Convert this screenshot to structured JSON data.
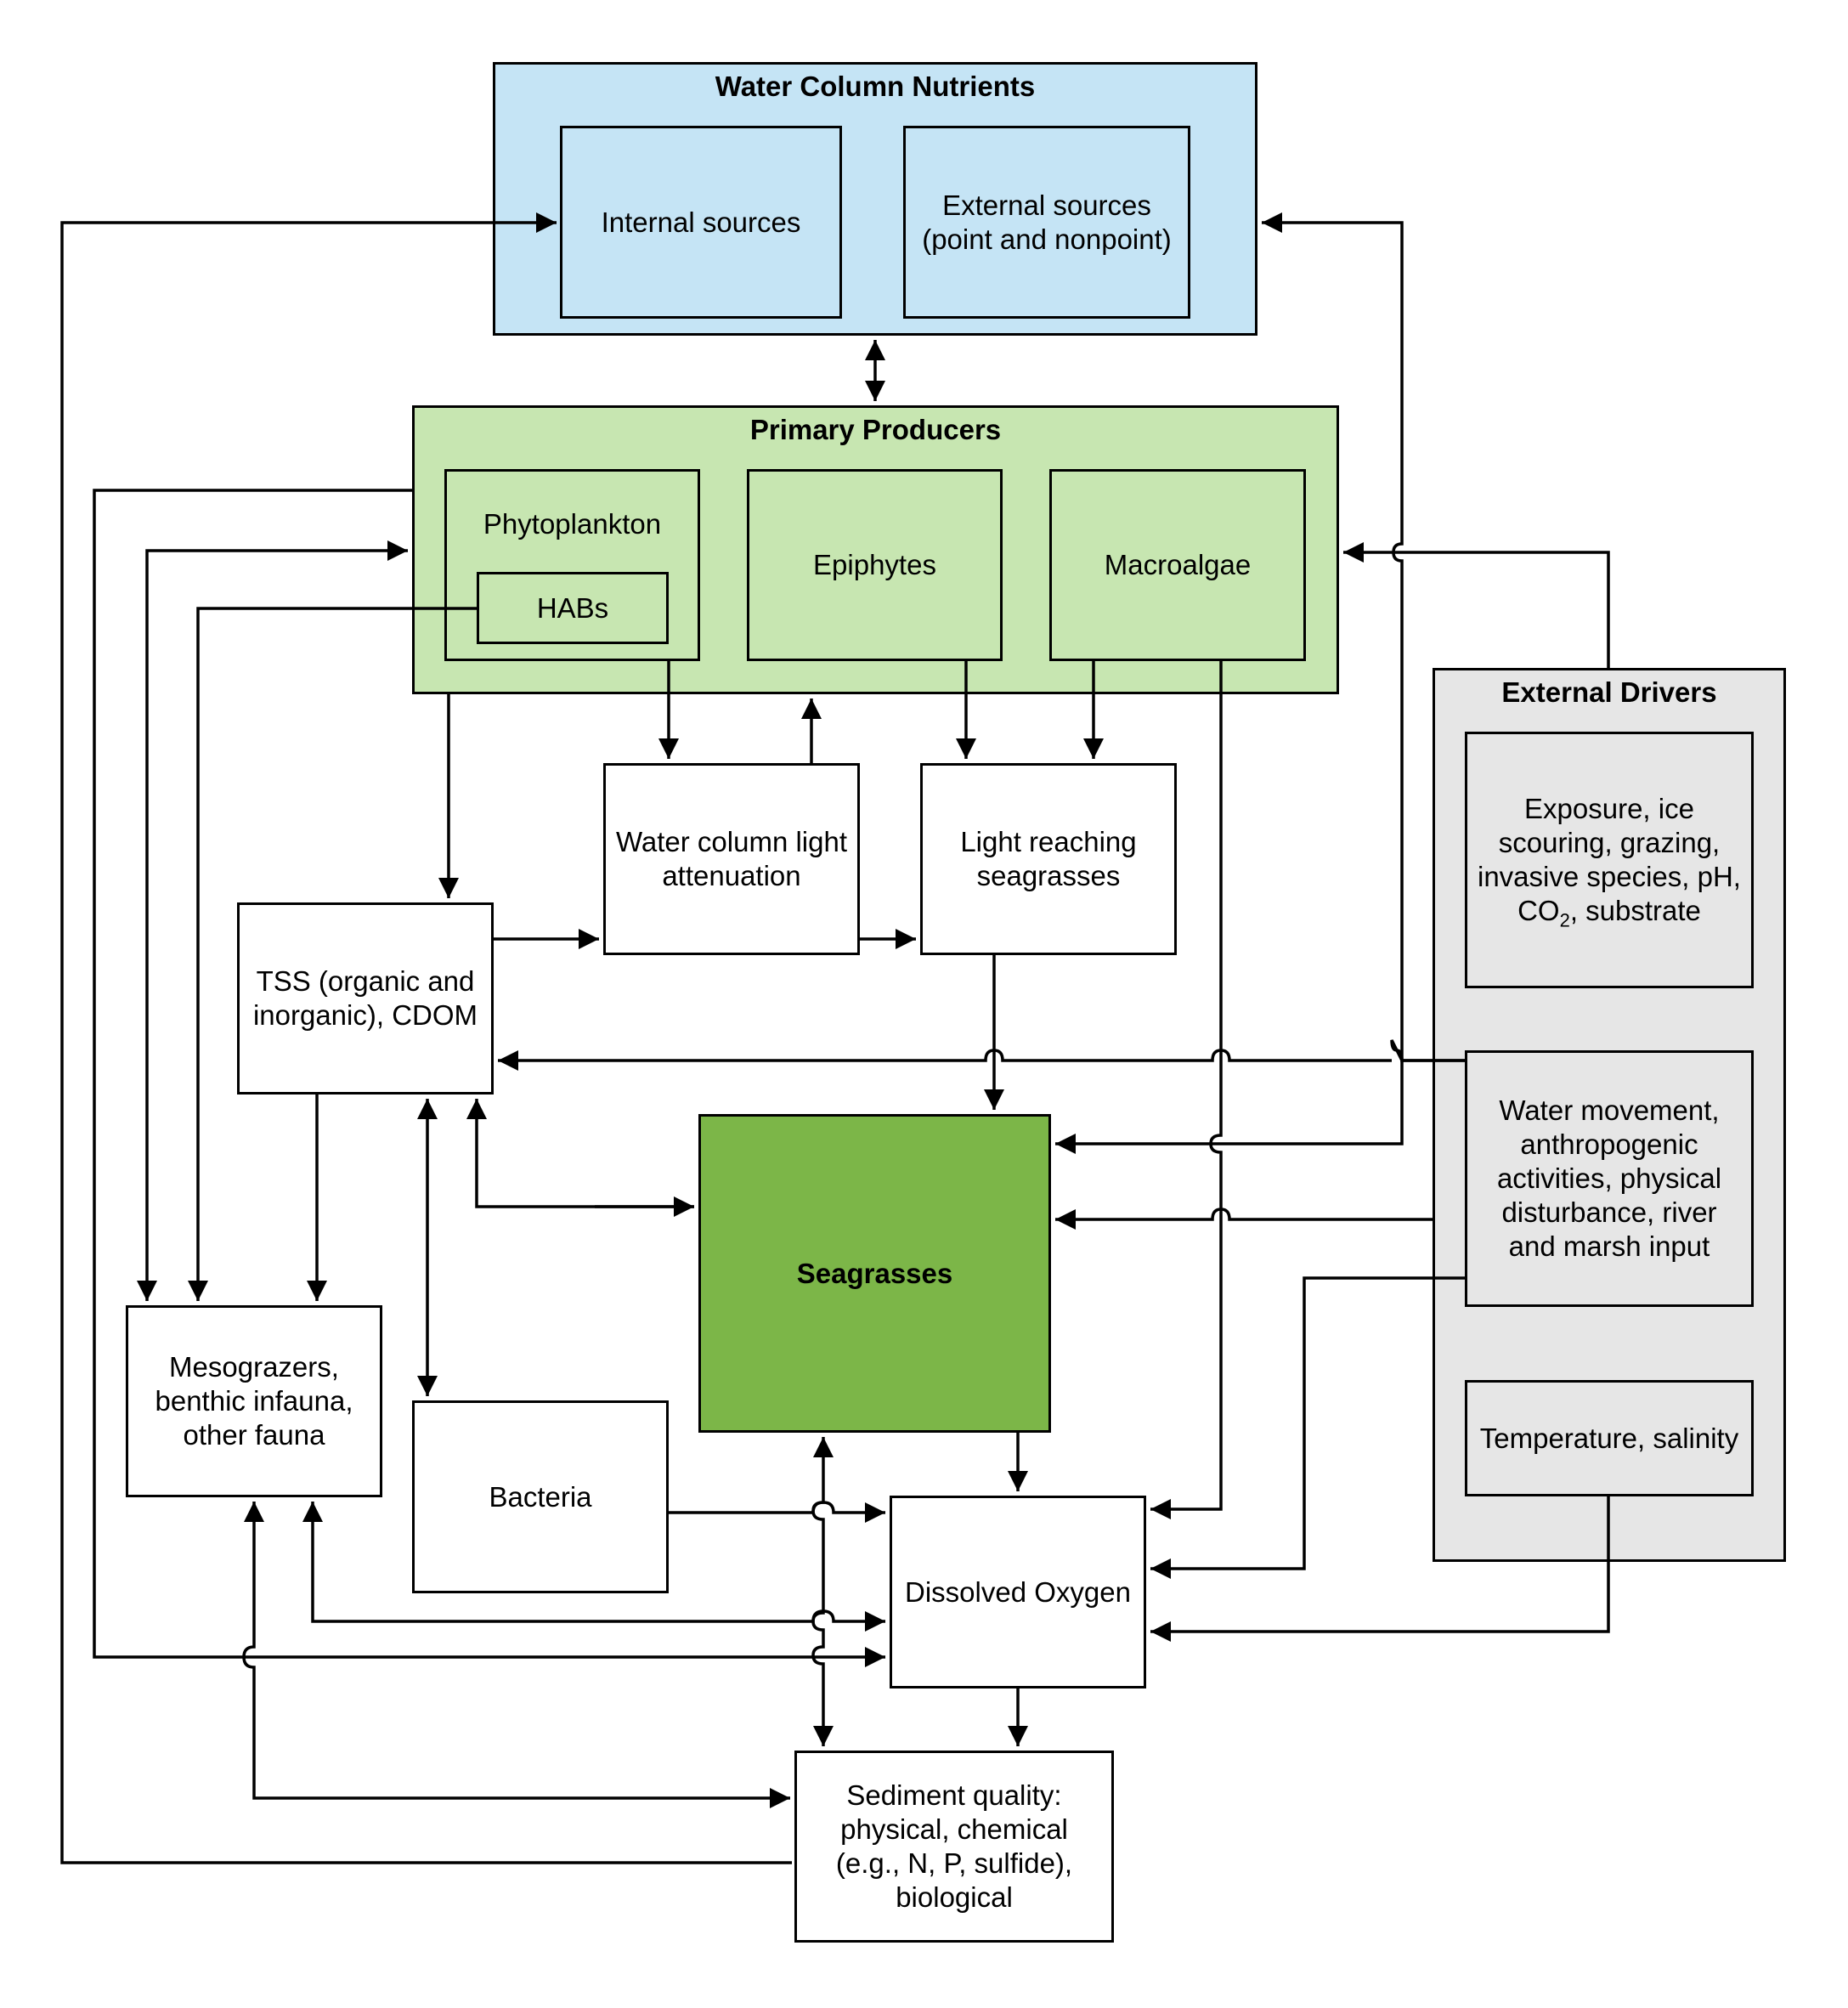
{
  "colors": {
    "nutrients_fill": "#c5e4f5",
    "producers_fill": "#c7e6b1",
    "seagrasses_fill": "#7cb648",
    "drivers_fill": "#e6e6e6",
    "white_fill": "#ffffff",
    "stroke": "#000000"
  },
  "water_column_nutrients": {
    "title": "Water Column Nutrients",
    "internal_sources": "Internal sources",
    "external_sources_line1": "External sources",
    "external_sources_line2": "(point and nonpoint)"
  },
  "primary_producers": {
    "title": "Primary Producers",
    "phytoplankton": "Phytoplankton",
    "habs": "HABs",
    "epiphytes": "Epiphytes",
    "macroalgae": "Macroalgae"
  },
  "water_column_light_attenuation": {
    "line1": "Water column light",
    "line2": "attenuation"
  },
  "light_reaching_seagrasses": {
    "line1": "Light reaching",
    "line2": "seagrasses"
  },
  "tss": {
    "line1": "TSS (organic and",
    "line2": "inorganic), CDOM"
  },
  "seagrasses": "Seagrasses",
  "mesograzers": {
    "line1": "Mesograzers,",
    "line2": "benthic infauna,",
    "line3": "other fauna"
  },
  "bacteria": "Bacteria",
  "dissolved_oxygen": "Dissolved Oxygen",
  "sediment_quality": {
    "line1": "Sediment quality:",
    "line2": "physical, chemical",
    "line3": "(e.g., N, P, sulfide),",
    "line4": "biological"
  },
  "external_drivers": {
    "title": "External Drivers",
    "exposure_line1": "Exposure, ice",
    "exposure_line2": "scouring, grazing,",
    "exposure_line3": "invasive species, pH,",
    "exposure_line4_pre": "CO",
    "exposure_line4_sub": "2",
    "exposure_line4_post": ", substrate",
    "water_movement_line1": "Water movement,",
    "water_movement_line2": "anthropogenic",
    "water_movement_line3": "activities, physical",
    "water_movement_line4": "disturbance, river",
    "water_movement_line5": "and marsh input",
    "temperature_salinity": "Temperature, salinity"
  }
}
